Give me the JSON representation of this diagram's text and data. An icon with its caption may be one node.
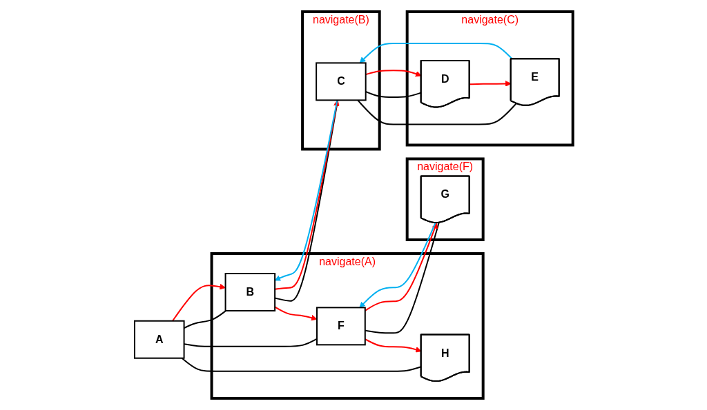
{
  "diagram": {
    "nodes": [
      {
        "text": [
          "A"
        ]
      },
      {
        "text": [
          "navigate(A)"
        ]
      },
      {
        "text": [
          "B"
        ],
        "in": 1
      },
      {
        "text": [
          "F"
        ],
        "in": 1
      },
      {
        "text": [
          "H"
        ],
        "in": 1
      },
      {
        "text": [
          "navigate(B)"
        ]
      },
      {
        "text": [
          "C"
        ],
        "in": 5
      },
      {
        "text": [
          "navigate(C)"
        ]
      },
      {
        "text": [
          "D"
        ],
        "in": 7
      },
      {
        "text": [
          "E"
        ],
        "in": 7
      },
      {
        "text": [
          "navigate(F)"
        ]
      },
      {
        "text": [
          "G"
        ],
        "in": 10
      }
    ],
    "edges": [
      {
        "from": 0,
        "to": 2,
        "arrow": "none"
      },
      {
        "from": 0,
        "to": 3,
        "arrow": "none"
      },
      {
        "from": 0,
        "to": 4,
        "arrow": "none"
      },
      {
        "from": 2,
        "to": 6,
        "arrow": "none"
      },
      {
        "from": 6,
        "to": 8,
        "arrow": "none"
      },
      {
        "from": 6,
        "to": 9,
        "arrow": "none"
      },
      {
        "from": 3,
        "to": 11,
        "arrow": "none"
      },
      {
        "from": 0,
        "to": 2,
        "arrow": "to",
        "color": "#ff0000"
      },
      {
        "from": 2,
        "to": 6,
        "arrow": "to",
        "color": "#ff0000"
      },
      {
        "from": 6,
        "to": 8,
        "arrow": "to",
        "color": "#ff0000"
      },
      {
        "from": 2,
        "to": 3,
        "arrow": "to",
        "color": "#ff0000"
      },
      {
        "from": 3,
        "to": 4,
        "arrow": "to",
        "color": "#ff0000"
      },
      {
        "from": 8,
        "to": 9,
        "arrow": "to",
        "color": "#ff0000"
      },
      {
        "from": 3,
        "to": 11,
        "arrow": "to",
        "color": "#ff0000"
      },
      {
        "from": 6,
        "to": 2,
        "arrow": "to",
        "color": "#00b0f0"
      },
      {
        "from": 9,
        "to": 6,
        "arrow": "to",
        "color": "#00b0f0"
      },
      {
        "from": 11,
        "to": 3,
        "arrow": "to",
        "color": "#00b0f0"
      }
    ]
  }
}
